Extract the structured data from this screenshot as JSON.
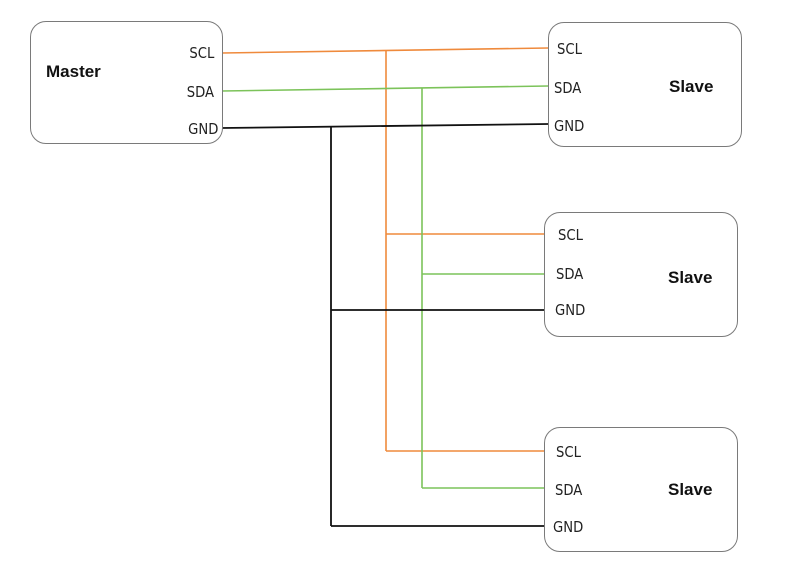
{
  "colors": {
    "scl": "#ef8a3c",
    "sda": "#7cc35a",
    "gnd": "#111111",
    "border": "#7a7a7a"
  },
  "master": {
    "title": "Master",
    "pins": [
      "SCL",
      "SDA",
      "GND"
    ]
  },
  "slaves": [
    {
      "title": "Slave",
      "pins": [
        "SCL",
        "SDA",
        "GND"
      ]
    },
    {
      "title": "Slave",
      "pins": [
        "SCL",
        "SDA",
        "GND"
      ]
    },
    {
      "title": "Slave",
      "pins": [
        "SCL",
        "SDA",
        "GND"
      ]
    }
  ]
}
